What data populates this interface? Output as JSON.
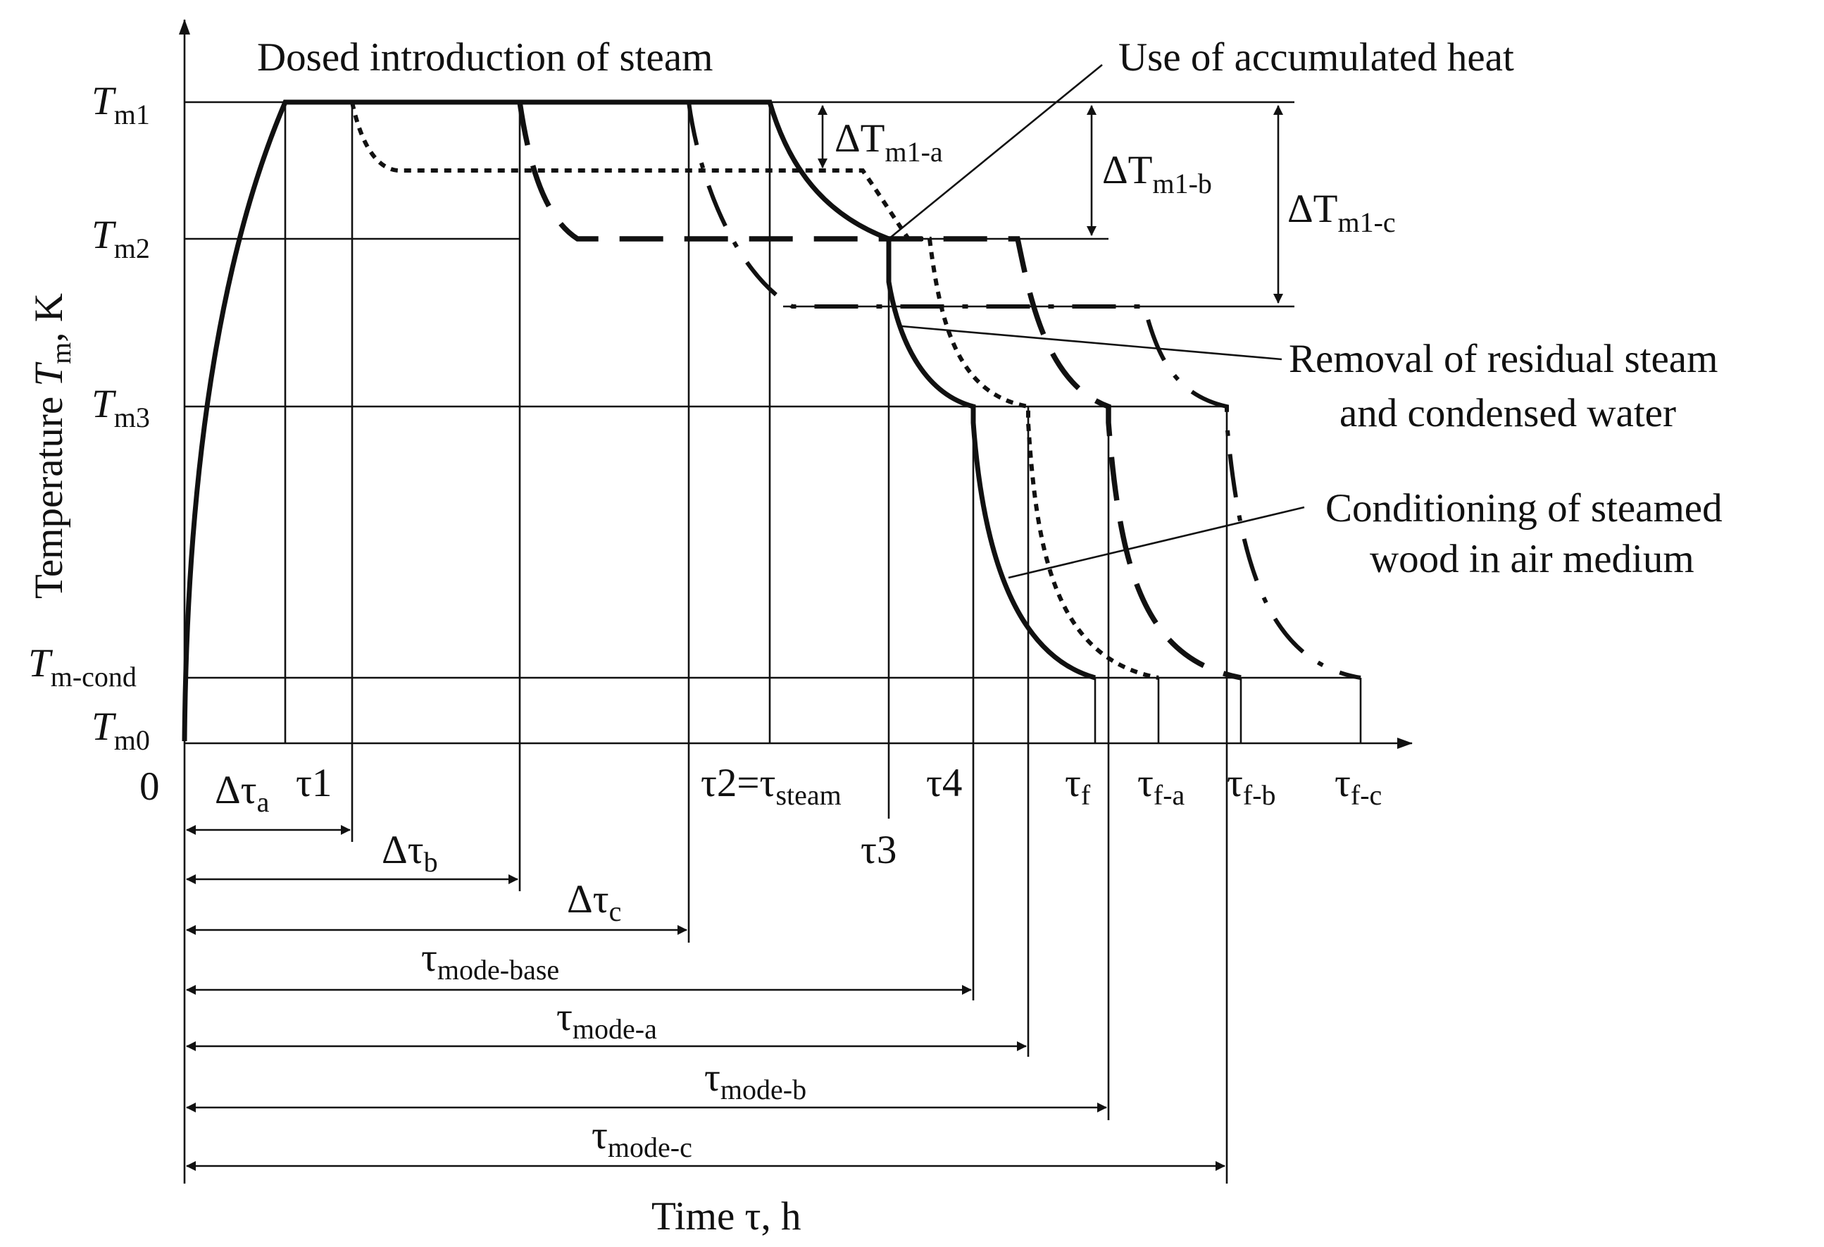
{
  "labels": {
    "dosed": "Dosed introduction of steam",
    "accumulated": "Use of accumulated heat",
    "removal_1": "Removal of residual steam",
    "removal_2": "and condensed water",
    "conditioning_1": "Conditioning of steamed",
    "conditioning_2": "wood in air medium"
  },
  "axes": {
    "x_label": "Time τ, h",
    "origin": "0",
    "y_label_main": "Temperature ",
    "y_label_sym": "T",
    "y_label_sub": "m",
    "y_label_unit": ", K"
  },
  "y_ticks": [
    {
      "sym": "T",
      "sub": "m1"
    },
    {
      "sym": "T",
      "sub": "m2"
    },
    {
      "sym": "T",
      "sub": "m3"
    },
    {
      "sym": "T",
      "sub": "m-cond"
    },
    {
      "sym": "T",
      "sub": "m0"
    }
  ],
  "x_ticks": {
    "tau1": "τ1",
    "tau2": "τ2=τ",
    "tau2_sub": "steam",
    "tau3": "τ3",
    "tau4": "τ4",
    "tauf": "τ",
    "tauf_sub": "f",
    "taufa": "τ",
    "taufa_sub": "f-a",
    "taufb": "τ",
    "taufb_sub": "f-b",
    "taufc": "τ",
    "taufc_sub": "f-c"
  },
  "deltas": {
    "dTa": "ΔT",
    "dTa_sub": "m1-a",
    "dTb": "ΔT",
    "dTb_sub": "m1-b",
    "dTc": "ΔT",
    "dTc_sub": "m1-c"
  },
  "intervals": [
    {
      "sym": "Δτ",
      "sub": "a"
    },
    {
      "sym": "Δτ",
      "sub": "b"
    },
    {
      "sym": "Δτ",
      "sub": "c"
    },
    {
      "sym": "τ",
      "sub": "mode-base"
    },
    {
      "sym": "τ",
      "sub": "mode-a"
    },
    {
      "sym": "τ",
      "sub": "mode-b"
    },
    {
      "sym": "τ",
      "sub": "mode-c"
    }
  ],
  "line_styles": {
    "base": "solid",
    "a": "dotted",
    "b": "long-dashed",
    "c": "dash-dot"
  }
}
